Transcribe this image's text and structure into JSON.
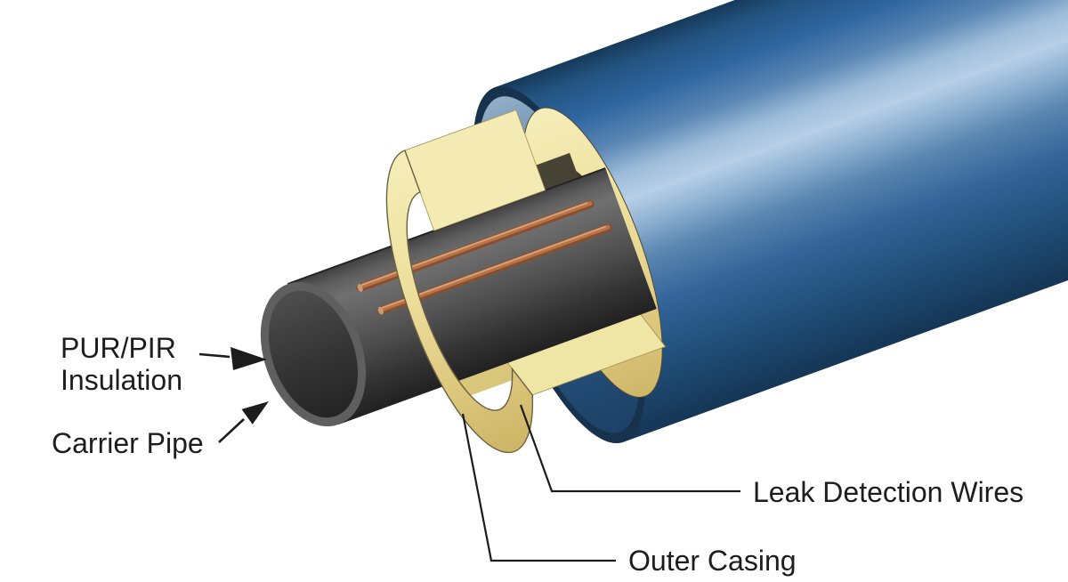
{
  "diagram": {
    "type": "technical-cutaway-illustration",
    "subject": "Pre-insulated pipe cross-section cutaway",
    "labels": {
      "insulation_line1": "PUR/PIR",
      "insulation_line2": "Insulation",
      "carrier_pipe": "Carrier Pipe",
      "leak_wires": "Leak Detection Wires",
      "outer_casing": "Outer Casing"
    },
    "palette": {
      "background": "#ffffff",
      "casing_blue": "#2f6496",
      "casing_dark": "#16324d",
      "casing_highlight": "#b7cfe7",
      "insulation_yellow": "#efe4a4",
      "insulation_shadow": "#cdb566",
      "pipe_gray": "#5f5f5f",
      "pipe_dark": "#212121",
      "copper": "#b5744a",
      "line_black": "#1c1c1c"
    }
  }
}
